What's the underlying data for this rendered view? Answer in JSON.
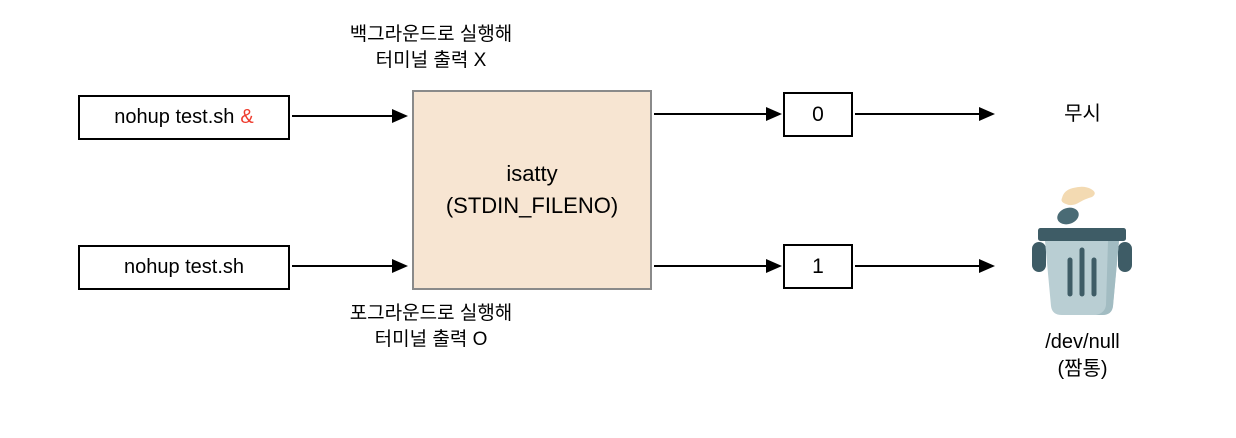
{
  "diagram": {
    "notes": {
      "background_line1": "백그라운드로 실행해",
      "background_line2": "터미널 출력 X",
      "foreground_line1": "포그라운드로 실행해",
      "foreground_line2": "터미널 출력 O"
    },
    "nodes": {
      "command_background": {
        "text": "nohup test.sh",
        "suffix": "&"
      },
      "command_foreground": {
        "text": "nohup test.sh"
      },
      "isatty": {
        "line1": "isatty",
        "line2": "(STDIN_FILENO)"
      },
      "result_zero": {
        "value": "0"
      },
      "result_one": {
        "value": "1"
      },
      "ignore": {
        "label": "무시"
      },
      "devnull": {
        "line1": "/dev/null",
        "line2": "(짬통)",
        "icon": "trash-icon"
      }
    },
    "edges": [
      {
        "from": "command_background",
        "to": "isatty"
      },
      {
        "from": "command_foreground",
        "to": "isatty"
      },
      {
        "from": "isatty",
        "to": "result_zero"
      },
      {
        "from": "result_zero",
        "to": "ignore"
      },
      {
        "from": "isatty",
        "to": "result_one"
      },
      {
        "from": "result_one",
        "to": "devnull"
      }
    ],
    "colors": {
      "accent_red": "#ee3b2d",
      "isatty_fill": "#f7e5d2",
      "isatty_border": "#8a8a8a",
      "box_border": "#000000",
      "trash_body": "#b9ced3",
      "trash_body_shade": "#a2bcc2",
      "trash_dark": "#3e5c66",
      "hand_beige": "#f3dab2"
    }
  }
}
